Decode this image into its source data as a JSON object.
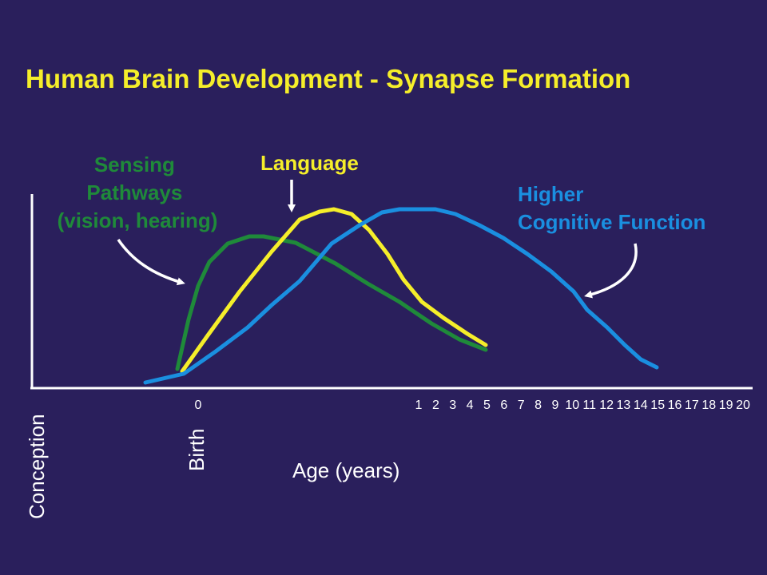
{
  "chart_data": {
    "type": "line",
    "title": "Human Brain Development - Synapse Formation",
    "xlabel": "Age (years)",
    "ylabel": "",
    "x_tick_labels": {
      "origin": "0",
      "years": [
        "1",
        "2",
        "3",
        "4",
        "5",
        "6",
        "7",
        "8",
        "9",
        "10",
        "11",
        "12",
        "13",
        "14",
        "15",
        "16",
        "17",
        "18",
        "19",
        "20"
      ]
    },
    "x_markers": {
      "conception": "Conception",
      "birth": "Birth"
    },
    "grid": false,
    "series": [
      {
        "name": "Sensing Pathways (vision, hearing)",
        "label_lines": [
          "Sensing",
          "Pathways",
          "(vision, hearing)"
        ],
        "color": "#1f8a3a",
        "points": [
          [
            222,
            462
          ],
          [
            236,
            400
          ],
          [
            248,
            358
          ],
          [
            262,
            328
          ],
          [
            285,
            305
          ],
          [
            312,
            296
          ],
          [
            330,
            296
          ],
          [
            370,
            304
          ],
          [
            420,
            330
          ],
          [
            460,
            355
          ],
          [
            500,
            378
          ],
          [
            540,
            405
          ],
          [
            575,
            425
          ],
          [
            608,
            438
          ]
        ]
      },
      {
        "name": "Language",
        "label_lines": [
          "Language"
        ],
        "color": "#f5ee2a",
        "points": [
          [
            228,
            465
          ],
          [
            260,
            420
          ],
          [
            300,
            365
          ],
          [
            340,
            315
          ],
          [
            375,
            275
          ],
          [
            400,
            265
          ],
          [
            418,
            262
          ],
          [
            440,
            268
          ],
          [
            462,
            288
          ],
          [
            485,
            318
          ],
          [
            505,
            350
          ],
          [
            528,
            378
          ],
          [
            555,
            398
          ],
          [
            585,
            418
          ],
          [
            608,
            432
          ]
        ]
      },
      {
        "name": "Higher Cognitive Function",
        "label_lines": [
          "Higher",
          "Cognitive Function"
        ],
        "color": "#1a8fe0",
        "points": [
          [
            182,
            479
          ],
          [
            230,
            468
          ],
          [
            270,
            440
          ],
          [
            310,
            410
          ],
          [
            340,
            382
          ],
          [
            375,
            352
          ],
          [
            415,
            305
          ],
          [
            450,
            282
          ],
          [
            478,
            266
          ],
          [
            500,
            262
          ],
          [
            545,
            262
          ],
          [
            570,
            268
          ],
          [
            600,
            282
          ],
          [
            630,
            298
          ],
          [
            660,
            318
          ],
          [
            690,
            340
          ],
          [
            718,
            365
          ],
          [
            735,
            388
          ],
          [
            760,
            410
          ],
          [
            782,
            432
          ],
          [
            802,
            450
          ],
          [
            822,
            460
          ]
        ]
      }
    ],
    "annotations": {
      "arrow_color": "#ffffff"
    },
    "colors": {
      "background": "#2a1f5c",
      "title": "#f5ee2a",
      "axes": "#ffffff"
    }
  }
}
